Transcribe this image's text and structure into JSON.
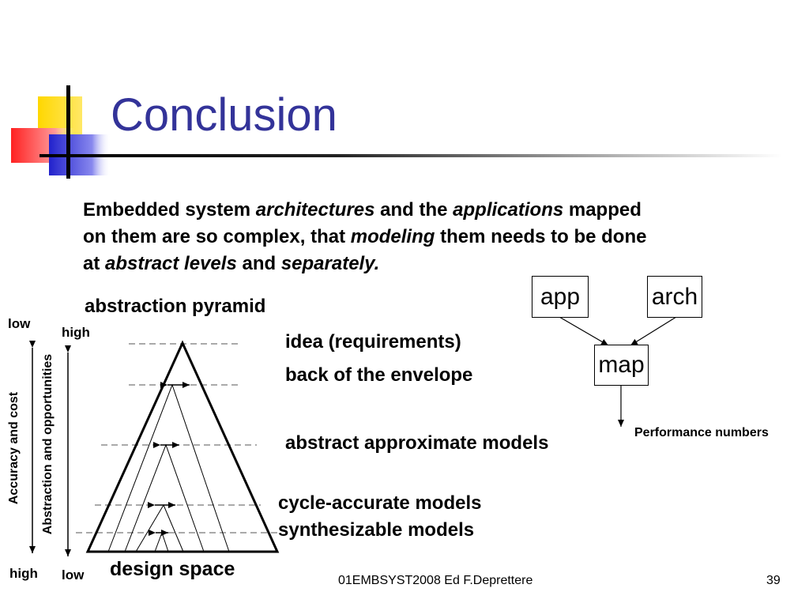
{
  "slide": {
    "title": "Conclusion",
    "paragraph": {
      "l1_a": "Embedded system ",
      "l1_b": "architectures",
      "l1_c": " and the ",
      "l1_d": "applications",
      "l1_e": " mapped",
      "l2_a": "on them are so complex, that ",
      "l2_b": "modeling",
      "l2_c": " them needs to be done",
      "l3_a": "at ",
      "l3_b": "abstract levels",
      "l3_c": " and ",
      "l3_d": "separately."
    },
    "pyramid": {
      "heading": "abstraction pyramid",
      "left_axis": {
        "label": "Accuracy and cost",
        "top": "low",
        "bottom": "high"
      },
      "right_axis": {
        "label": "Abstraction and opportunities",
        "top": "high",
        "bottom": "low"
      },
      "levels": [
        "idea (requirements)",
        "back of the envelope",
        "abstract approximate models",
        "cycle-accurate models",
        "synthesizable models"
      ],
      "base_label": "design space"
    },
    "flow": {
      "app": "app",
      "arch": "arch",
      "map": "map",
      "output": "Performance numbers"
    },
    "footer": {
      "credit": "01EMBSYST2008 Ed F.Deprettere",
      "page": "39"
    },
    "colors": {
      "title": "#333399",
      "accent_yellow": "#FFD700",
      "accent_red": "#FF3333",
      "accent_blue": "#3333CC"
    }
  }
}
